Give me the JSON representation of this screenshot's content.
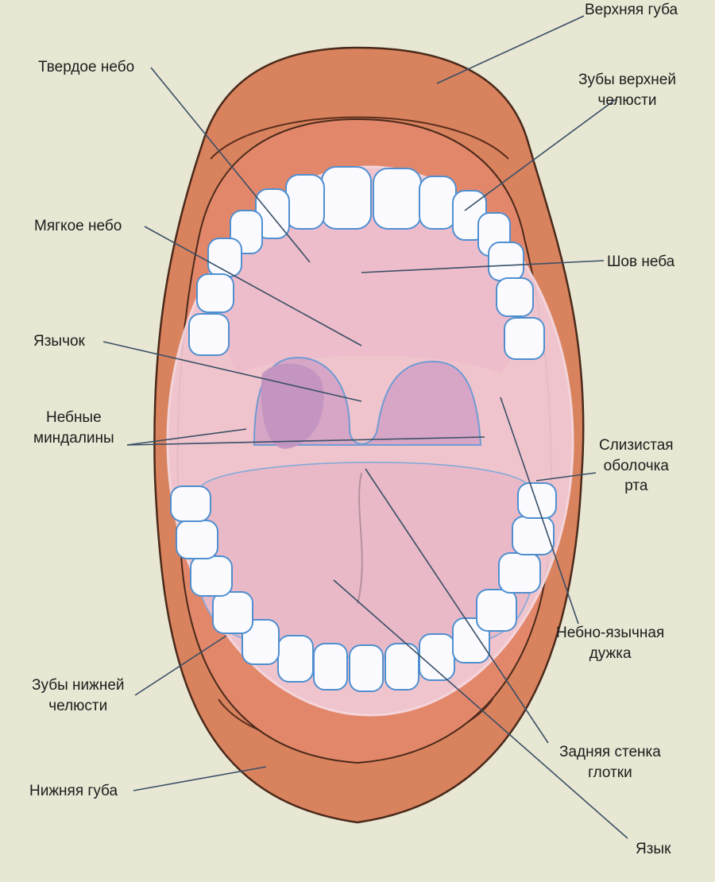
{
  "labels": {
    "upper_lip": [
      "Верхняя губа"
    ],
    "hard_palate": [
      "Твердое небо"
    ],
    "upper_teeth": [
      "Зубы верхней",
      "челюсти"
    ],
    "soft_palate": [
      "Мягкое небо"
    ],
    "palate_suture": [
      "Шов неба"
    ],
    "uvula": [
      "Язычок"
    ],
    "palatine_tonsils": [
      "Небные",
      "миндалины"
    ],
    "oral_mucosa": [
      "Слизистая",
      "оболочка",
      "рта"
    ],
    "lower_teeth": [
      "Зубы нижней",
      "челюсти"
    ],
    "palatoglossal_arch": [
      "Небно-язычная",
      "дужка"
    ],
    "pharynx_wall": [
      "Задняя стенка",
      "глотки"
    ],
    "lower_lip": [
      "Нижняя губа"
    ],
    "tongue": [
      "Язык"
    ]
  },
  "colors": {
    "page": "#e8e7d3",
    "lip": "#d9825e",
    "lip_outline": "#4a2a1a",
    "gum": "#e3876b",
    "mouth_inner": "#f0c3cf",
    "tongue": "#eab8c8",
    "tonsil": "#c89dc0",
    "tooth": "#fbfbff",
    "tooth_outline": "#4f8fd0",
    "pointer": "#3a4f66"
  }
}
